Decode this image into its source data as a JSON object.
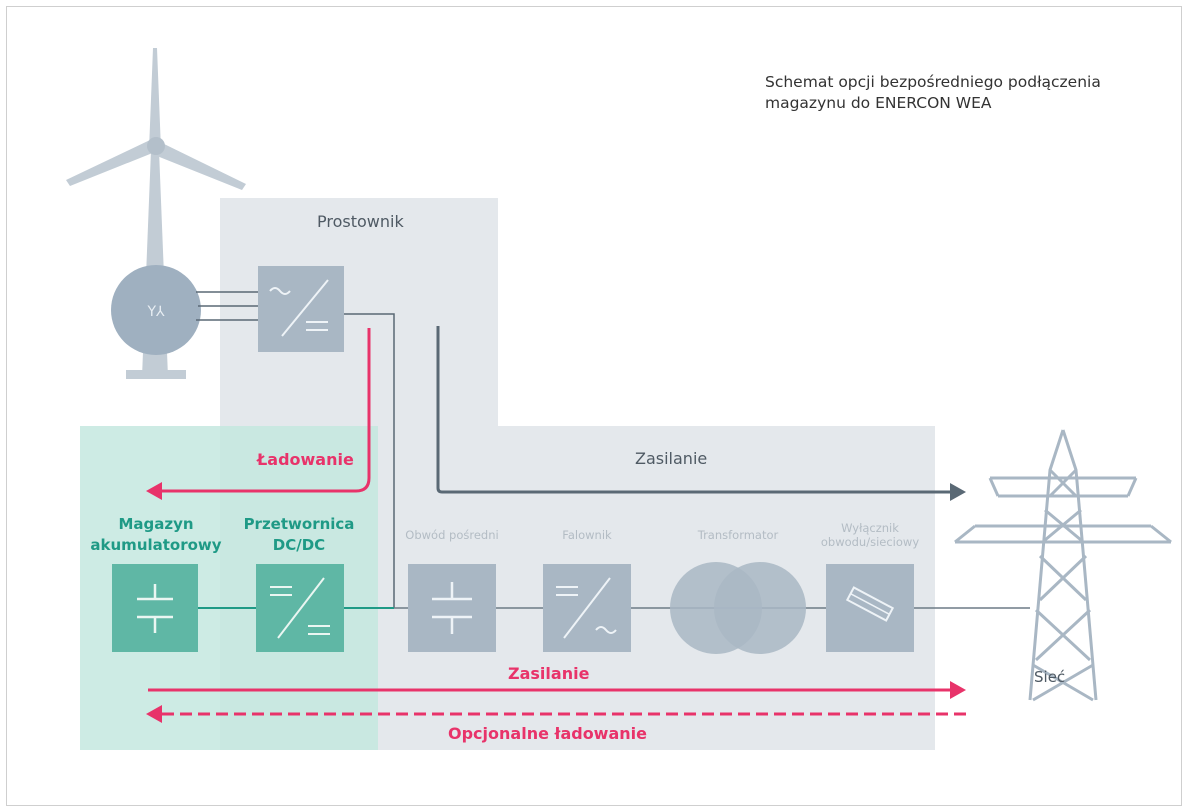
{
  "title_line1": "Schemat opcji bezpośredniego podłączenia",
  "title_line2": "magazynu do ENERCON WEA",
  "labels": {
    "prostownik": "Prostownik",
    "zasilanie_top": "Zasilanie",
    "ladowanie": "Ładowanie",
    "magazyn_line1": "Magazyn",
    "magazyn_line2": "akumulatorowy",
    "przetwornica_line1": "Przetwornica",
    "przetwornica_line2": "DC/DC",
    "obwod": "Obwód pośredni",
    "falownik": "Falownik",
    "transformator": "Transformator",
    "wylacznik_line1": "Wyłącznik",
    "wylacznik_line2": "obwodu/sieciowy",
    "zasilanie_bottom": "Zasilanie",
    "opcjonalne": "Opcjonalne ładowanie",
    "siec": "Sieć"
  },
  "colors": {
    "pink": "#e8336a",
    "teal": "#1f9a86",
    "gray_panel": "#e4e8ec",
    "teal_panel": "#bfe6dc",
    "box_gray": "#a9b7c4",
    "box_teal": "#5fb7a5",
    "arrow_dark": "#5a6975"
  }
}
